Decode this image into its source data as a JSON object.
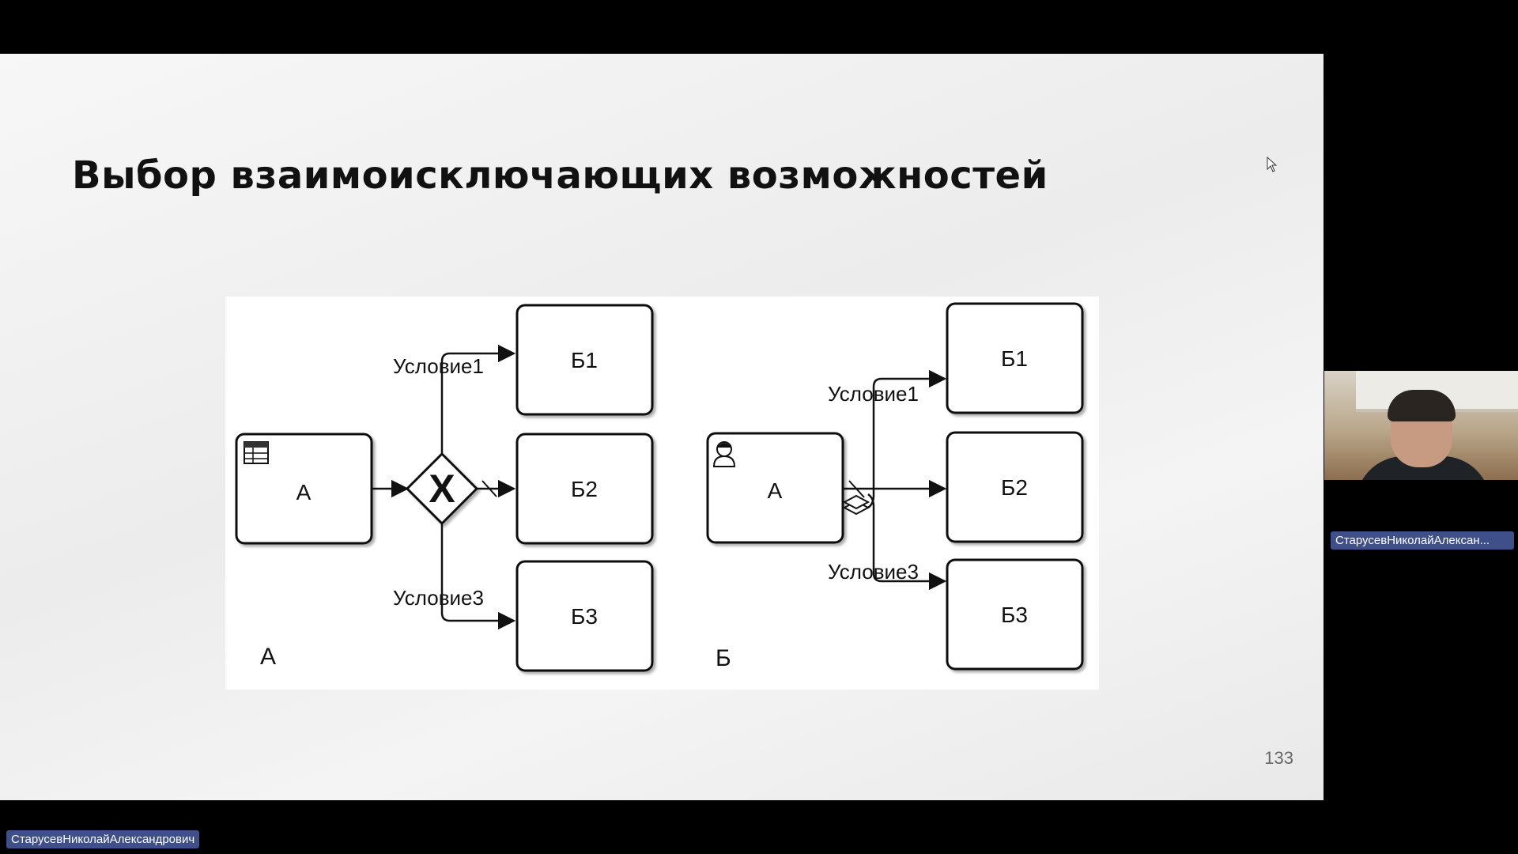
{
  "slide": {
    "title": "Выбор взаимоисключающих возможностей",
    "page_number": "133"
  },
  "diagram": {
    "panel_a": {
      "label": "А",
      "source_task": "А",
      "targets": [
        "Б1",
        "Б2",
        "Б3"
      ],
      "condition_1": "Условие1",
      "condition_3": "Условие3",
      "task_icon": "table-icon",
      "gateway_icon": "exclusive-gateway-x-icon"
    },
    "panel_b": {
      "label": "Б",
      "source_task": "А",
      "targets": [
        "Б1",
        "Б2",
        "Б3"
      ],
      "condition_1": "Условие1",
      "condition_3": "Условие3",
      "task_icon": "user-icon"
    }
  },
  "webcam": {
    "participant_name": "СтарусевНиколайАлексан..."
  },
  "presenter": {
    "name": "СтарусевНиколайАлександрович"
  },
  "colors": {
    "name_tag_bg": "#3f4f8a",
    "background": "#000000"
  }
}
